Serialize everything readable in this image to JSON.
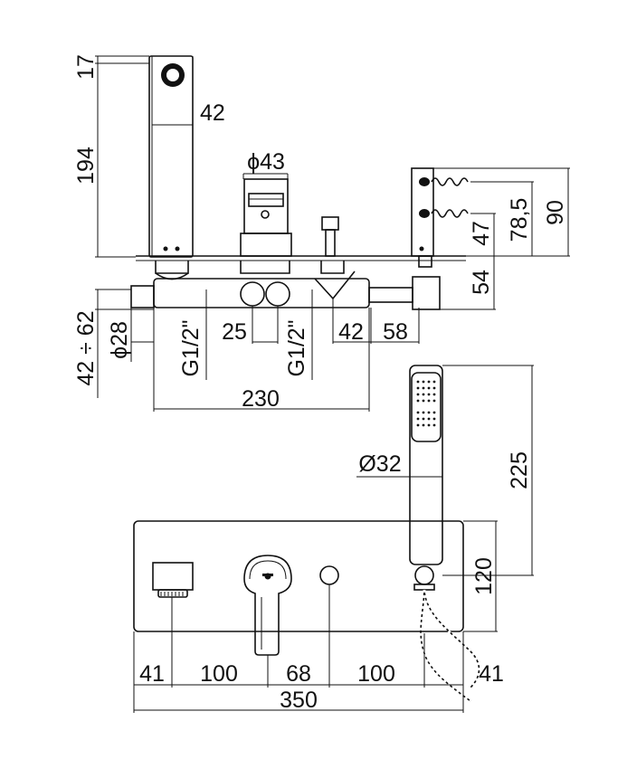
{
  "dimensions": {
    "spout_top": "17",
    "spout_depth": "42",
    "spout_height": "194",
    "knob_diameter": "ϕ43",
    "right_total": "90",
    "right_785": "78,5",
    "right_47": "47",
    "right_54": "54",
    "left_range": "42 ÷ 62",
    "pipe_diameter": "ϕ28",
    "inlet_left": "G1/2\"",
    "inlet_right": "G1/2\"",
    "inlet_spacing": "25",
    "body_42": "42",
    "body_58": "58",
    "body_length": "230",
    "handshower_diameter": "Ø32",
    "handshower_length": "225",
    "plate_height": "120",
    "front_41_left": "41",
    "front_100_left": "100",
    "front_68": "68",
    "front_100_right": "100",
    "front_41_right": "41",
    "plate_width": "350"
  }
}
